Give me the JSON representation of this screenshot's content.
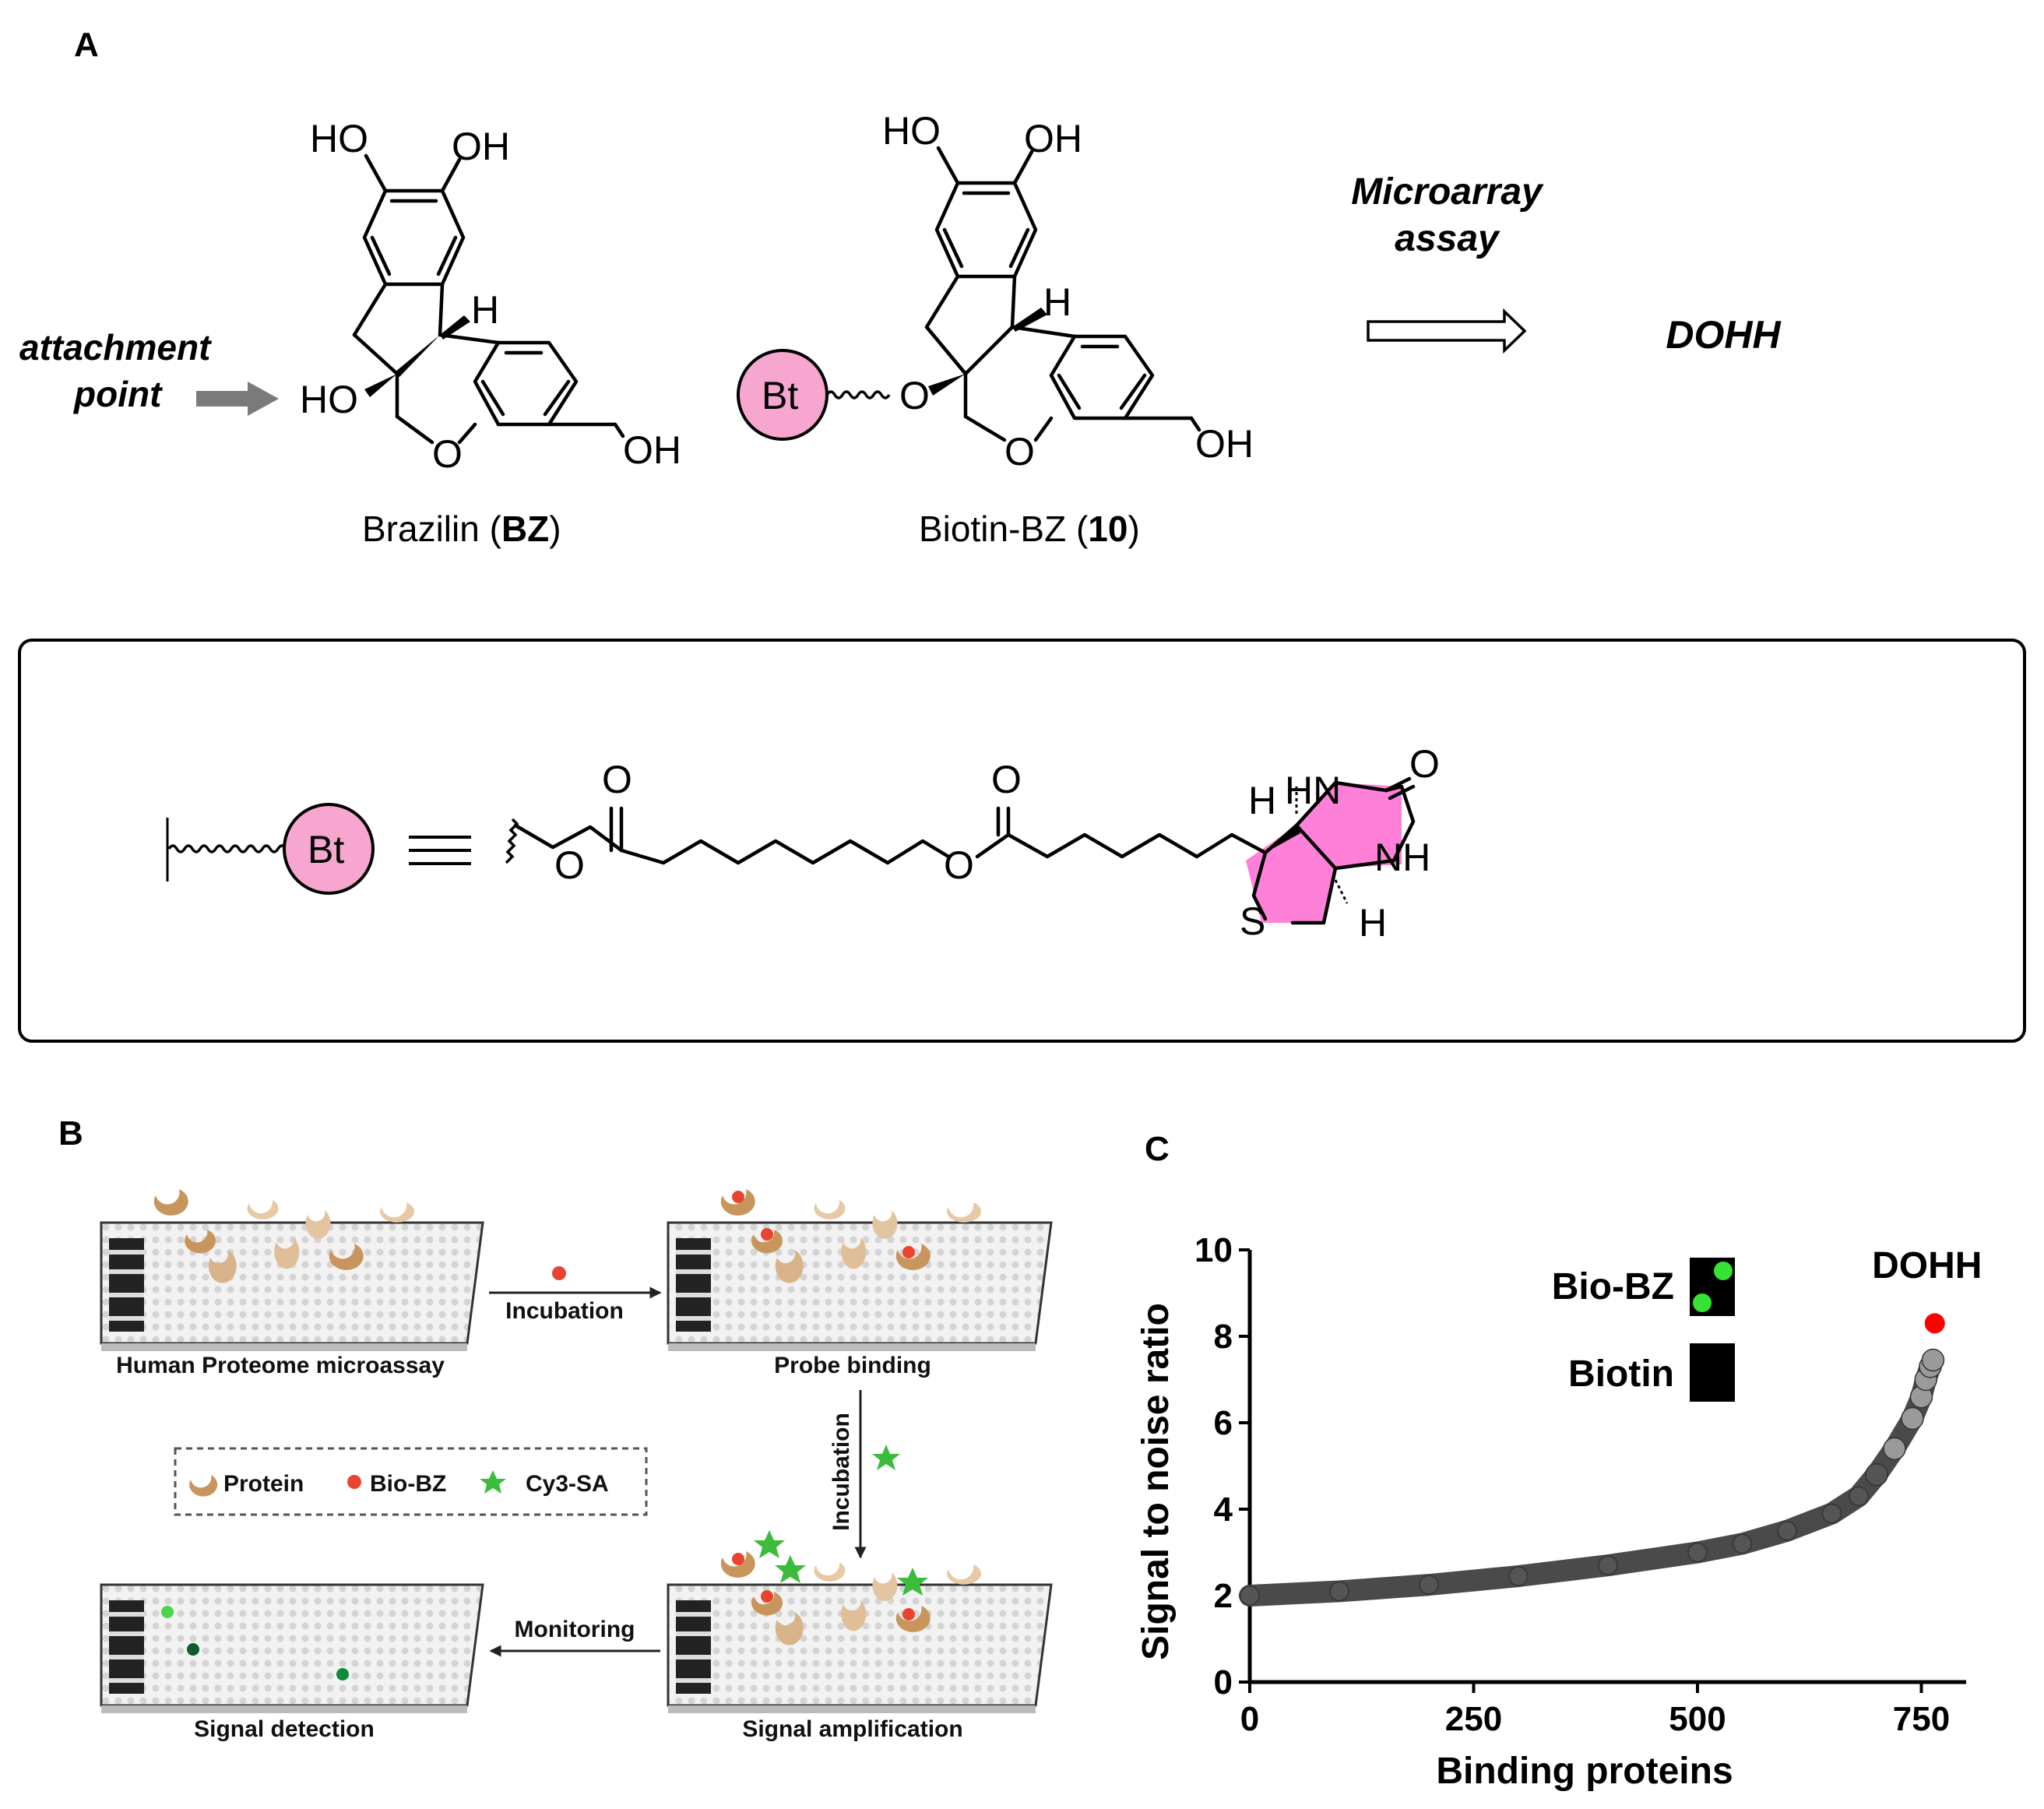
{
  "panelA": {
    "label": "A",
    "attachment_line1": "attachment",
    "attachment_line2": "point",
    "bz_name": "Brazilin (",
    "bz_bold": "BZ",
    "bz_close": ")",
    "biotinbz_name": "Biotin-BZ (",
    "biotinbz_bold": "10",
    "biotinbz_close": ")",
    "assay_line1": "Microarray",
    "assay_line2": "assay",
    "target": "DOHH",
    "atoms": {
      "ho": "HO",
      "oh": "OH",
      "o": "O",
      "h": "H",
      "bt": "Bt",
      "hn": "HN",
      "nh": "NH",
      "s": "S"
    }
  },
  "panelB": {
    "label": "B",
    "tray1": "Human Proteome microassay",
    "tray2": "Probe binding",
    "tray3": "Signal amplification",
    "tray4": "Signal detection",
    "arrow_incubation1": "Incubation",
    "arrow_incubation2": "Incubation",
    "arrow_monitoring": "Monitoring",
    "legend": [
      "Protein",
      "Bio-BZ",
      "Cy3-SA"
    ]
  },
  "panelC": {
    "label": "C",
    "chart_data": {
      "type": "scatter",
      "xlabel": "Binding proteins",
      "ylabel": "Signal to noise ratio",
      "xlim": [
        0,
        800
      ],
      "ylim": [
        0,
        10
      ],
      "xticks": [
        0,
        250,
        500,
        750
      ],
      "yticks": [
        0,
        2,
        4,
        6,
        8,
        10
      ],
      "grid": false,
      "series": [
        {
          "color": "#555555",
          "x": [
            0,
            100,
            200,
            300,
            400,
            500,
            550,
            600,
            650,
            680,
            700,
            720,
            740,
            750,
            755,
            760,
            763
          ],
          "y": [
            2.0,
            2.1,
            2.25,
            2.45,
            2.7,
            3.0,
            3.2,
            3.5,
            3.9,
            4.3,
            4.8,
            5.4,
            6.1,
            6.6,
            7.0,
            7.3,
            7.45
          ]
        },
        {
          "color": "#ff0000",
          "x": [
            765
          ],
          "y": [
            8.3
          ]
        }
      ],
      "annotations": [
        "DOHH"
      ]
    },
    "inset": {
      "row1": "Bio-BZ",
      "row2": "Biotin"
    }
  }
}
